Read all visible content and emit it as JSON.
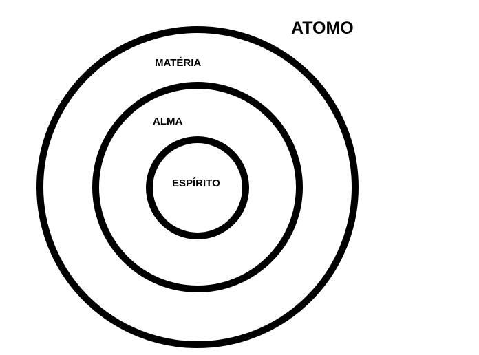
{
  "diagram": {
    "title": "ATOMO",
    "rings": [
      {
        "label": "MATÉRIA"
      },
      {
        "label": "ALMA"
      },
      {
        "label": "ESPÍRITO"
      }
    ],
    "colors": {
      "stroke": "#000000",
      "background": "#ffffff"
    }
  }
}
